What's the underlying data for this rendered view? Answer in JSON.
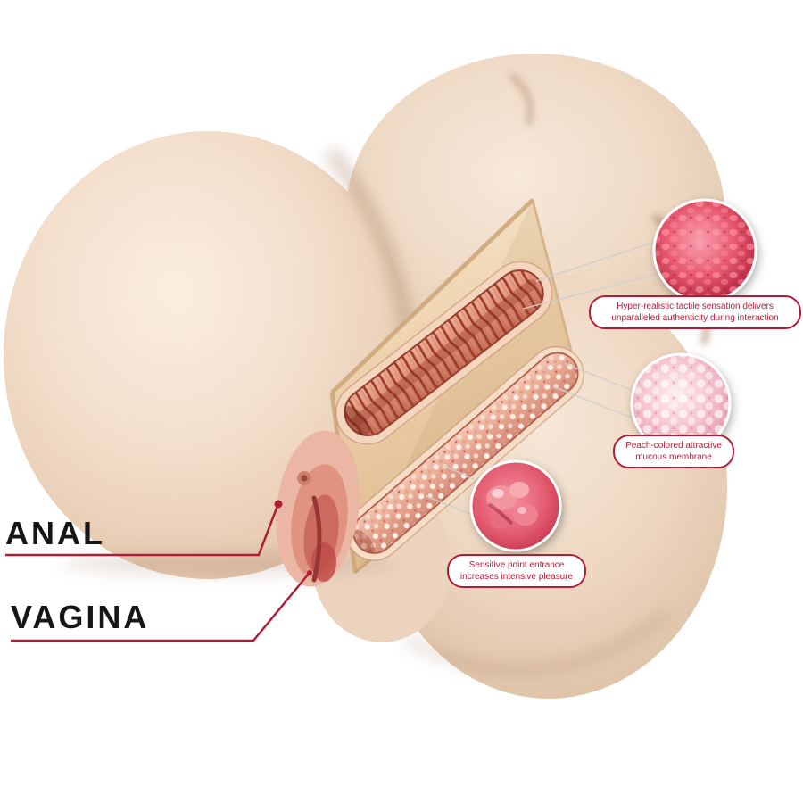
{
  "labels": {
    "anal": "ANAL",
    "vagina": "VAGINA"
  },
  "callouts": [
    {
      "text": "Hyper-realistic tactile sensation delivers unparalleled authenticity during interaction"
    },
    {
      "text": "Peach-colored attractive mucous membrane"
    },
    {
      "text": "Sensitive point entrance increases intensive pleasure"
    }
  ],
  "colors": {
    "accent_red": "#b01e36",
    "label_text": "#161616",
    "skin_light": "#f8ebdd",
    "skin_shadow": "#dcbfa4",
    "cut_surface": "#eed2ad",
    "canal_pink": "#dc8a72",
    "background": "#ffffff"
  }
}
